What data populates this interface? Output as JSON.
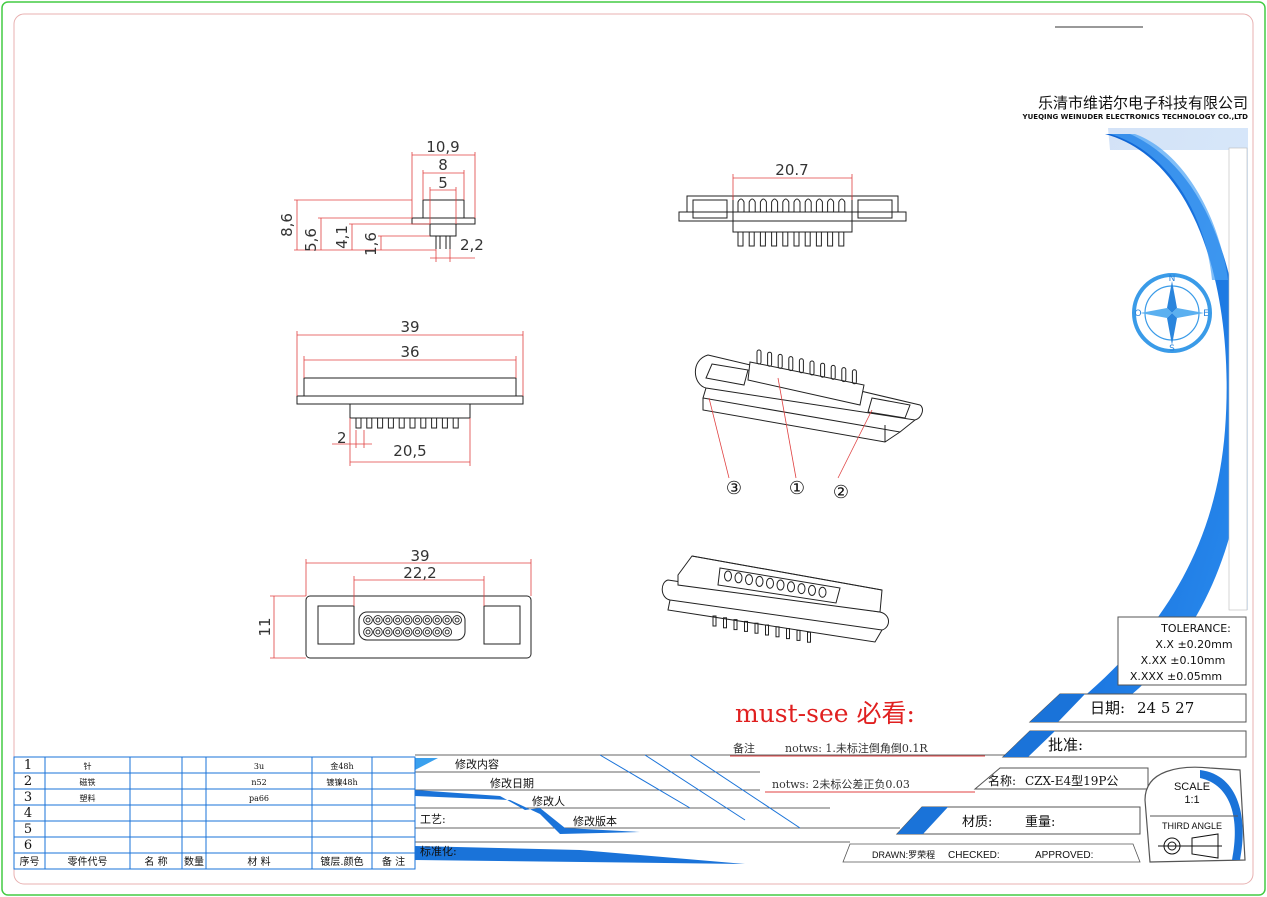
{
  "company": {
    "name_cn": "乐清市维诺尔电子科技有限公司",
    "name_en": "YUEQING WEINUDER ELECTRONICS TECHNOLOGY CO.,LTD"
  },
  "compass": {
    "n": "N",
    "e": "E",
    "s": "S",
    "w": "O"
  },
  "views": {
    "side": {
      "d1": "10,9",
      "d2": "8",
      "d3": "5",
      "d4": "8,6",
      "d5": "5,6",
      "d6": "4,1",
      "d7": "1,6",
      "d8": "2,2"
    },
    "end": {
      "d1": "20.7"
    },
    "front": {
      "d1": "39",
      "d2": "36",
      "d3": "2",
      "d4": "20,5"
    },
    "top": {
      "d1": "39",
      "d2": "22,2",
      "d3": "11"
    },
    "iso_callouts": {
      "c1": "③",
      "c2": "①",
      "c3": "②"
    }
  },
  "tolerance": {
    "title": "TOLERANCE:",
    "l1": "X.X  ±0.20mm",
    "l2": "X.XX  ±0.10mm",
    "l3": "X.XXX  ±0.05mm"
  },
  "date": {
    "label": "日期:",
    "value": "24 5 27"
  },
  "approve": {
    "label": "批准:"
  },
  "product": {
    "label": "名称:",
    "value": "CZX-E4型19P公"
  },
  "material": {
    "label": "材质:",
    "weight": "重量:"
  },
  "scale": {
    "title": "SCALE",
    "value": "1:1",
    "angle": "THIRD ANGLE"
  },
  "signoff": {
    "drawn": "DRAWN:罗荣程",
    "checked": "CHECKED:",
    "approved": "APPROVED:"
  },
  "notes": {
    "mustsee": "must-see 必看:",
    "remark_label": "备注",
    "note1": "notws: 1.未标注倒角倒0.1R",
    "note2": "notws: 2未标公差正负0.03"
  },
  "revision": {
    "content": "修改内容",
    "date": "修改日期",
    "person": "修改人",
    "version": "修改版本",
    "craft": "工艺:",
    "standard": "标准化:"
  },
  "bom": {
    "rows": [
      {
        "no": "1",
        "code": "针",
        "name": "",
        "qty": "",
        "material": "3u",
        "finish": "金48h",
        "remark": ""
      },
      {
        "no": "2",
        "code": "磁铁",
        "name": "",
        "qty": "",
        "material": "n52",
        "finish": "镀镍48h",
        "remark": ""
      },
      {
        "no": "3",
        "code": "塑料",
        "name": "",
        "qty": "",
        "material": "pa66",
        "finish": "",
        "remark": ""
      },
      {
        "no": "4",
        "code": "",
        "name": "",
        "qty": "",
        "material": "",
        "finish": "",
        "remark": ""
      },
      {
        "no": "5",
        "code": "",
        "name": "",
        "qty": "",
        "material": "",
        "finish": "",
        "remark": ""
      },
      {
        "no": "6",
        "code": "",
        "name": "",
        "qty": "",
        "material": "",
        "finish": "",
        "remark": ""
      }
    ],
    "header": {
      "no": "序号",
      "code": "零件代号",
      "name": "名 称",
      "qty": "数量",
      "material": "材 料",
      "finish": "镀层.颜色",
      "remark": "备 注"
    }
  },
  "colors": {
    "frame": "#44cc44",
    "blue": "#1a73d9",
    "dim": "#e04040",
    "accent": "#e02020"
  }
}
